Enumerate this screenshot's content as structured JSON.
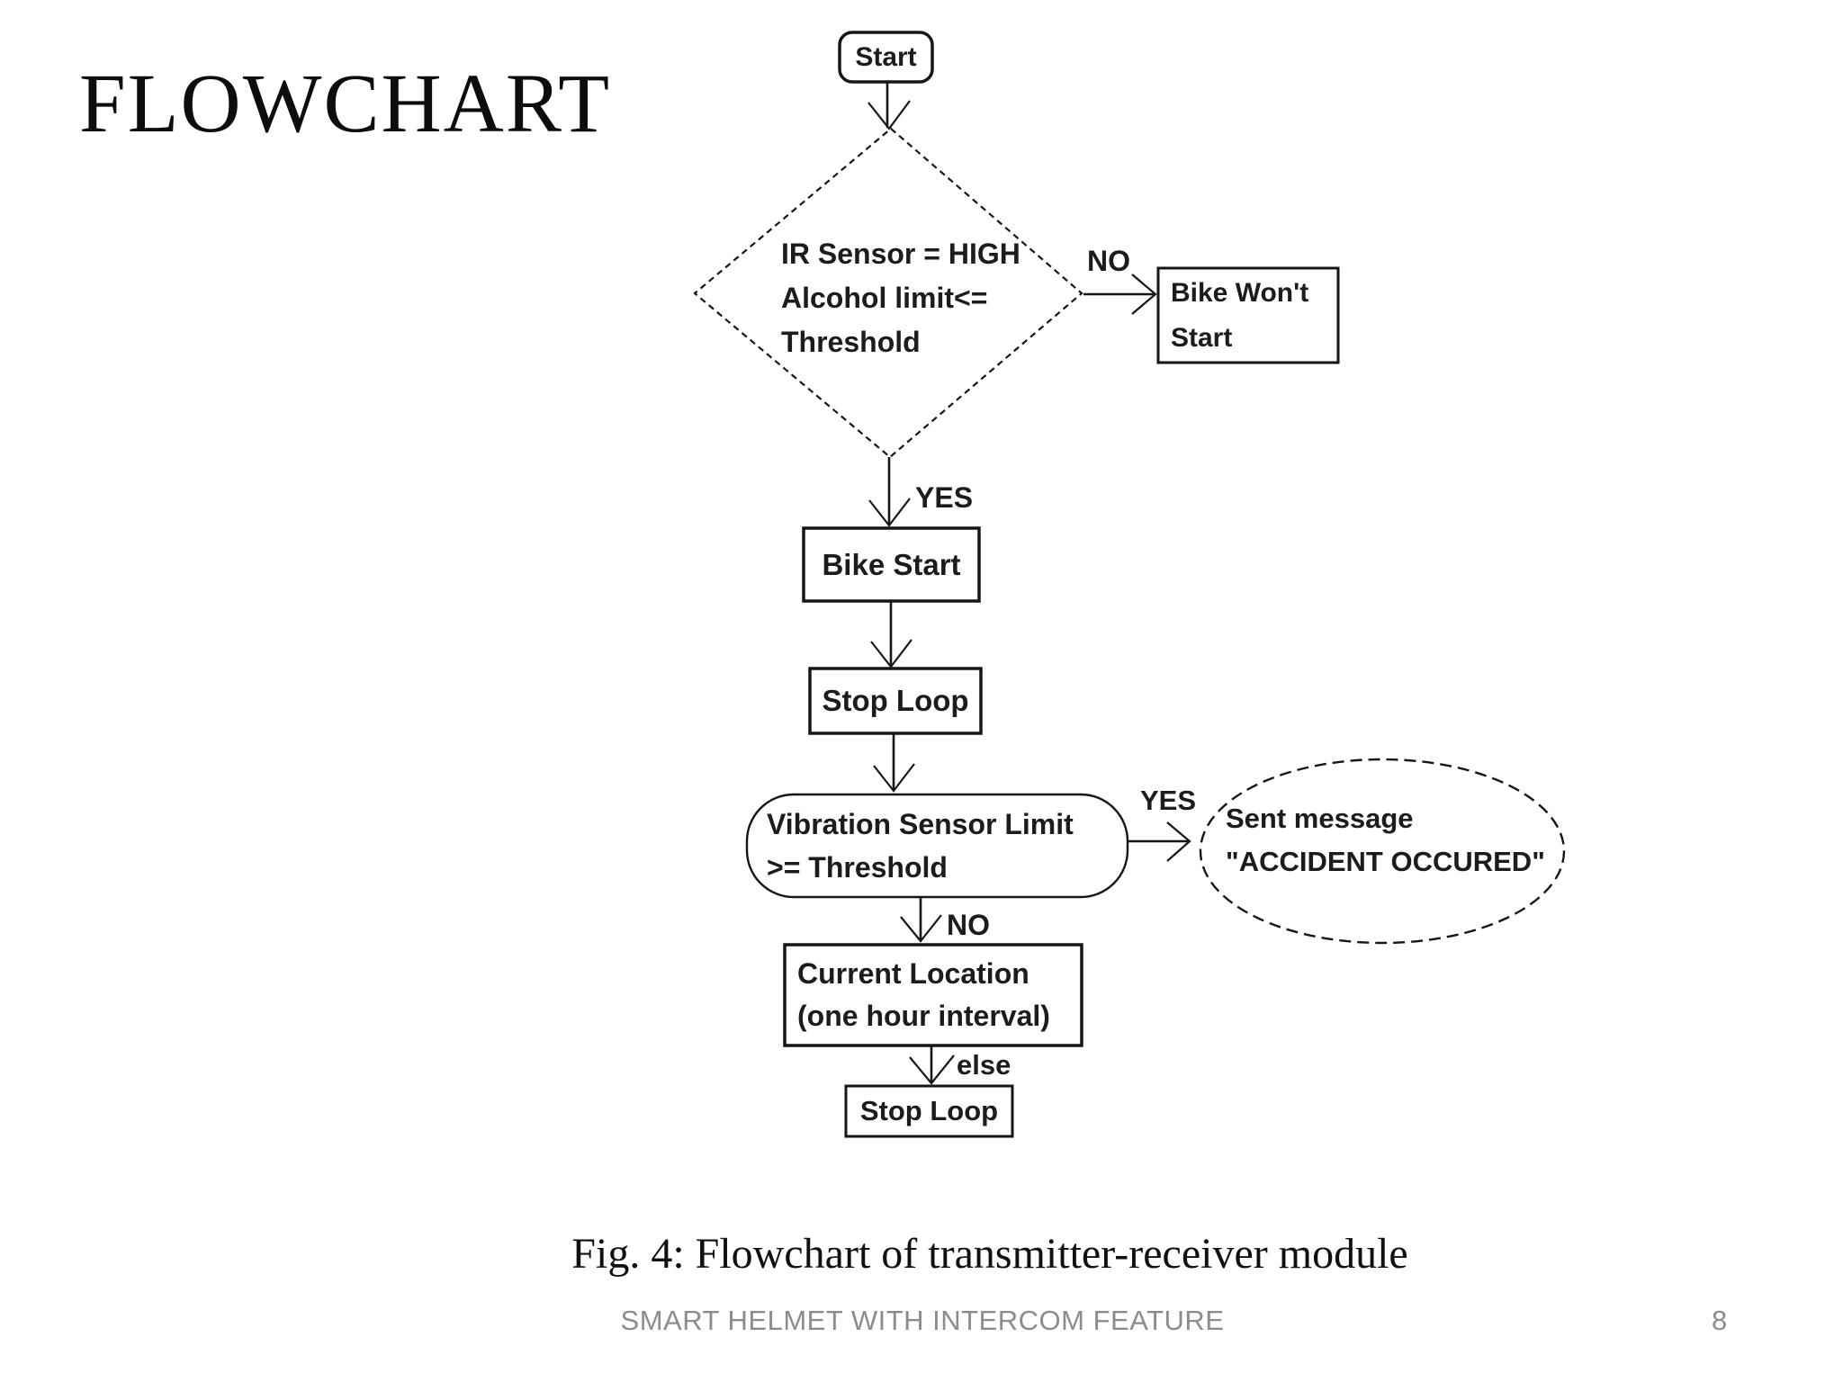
{
  "slide": {
    "title": "FLOWCHART",
    "caption": "Fig. 4: Flowchart of transmitter-receiver module",
    "footer_text": "SMART HELMET WITH INTERCOM FEATURE",
    "page_number": "8"
  },
  "flowchart": {
    "nodes": {
      "start": {
        "label": "Start"
      },
      "ir_alcohol_check": {
        "line1": "IR Sensor = HIGH",
        "line2": "Alcohol limit<=",
        "line3": "Threshold"
      },
      "bike_wont_start": {
        "line1": "Bike Won't",
        "line2": "Start"
      },
      "bike_start": {
        "label": "Bike Start"
      },
      "stop_loop_1": {
        "label": "Stop Loop"
      },
      "vibration_check": {
        "line1": "Vibration Sensor Limit",
        "line2": ">= Threshold"
      },
      "accident_message": {
        "line1": "Sent message",
        "line2": "\"ACCIDENT OCCURED\""
      },
      "current_location": {
        "line1": "Current Location",
        "line2": "(one hour interval)"
      },
      "stop_loop_2": {
        "label": "Stop Loop"
      }
    },
    "edge_labels": {
      "no_alcohol": "NO",
      "yes_alcohol": "YES",
      "yes_vibration": "YES",
      "no_vibration": "NO",
      "else_branch": "else"
    },
    "colors": {
      "ink": "#161616",
      "muted_gray": "#8c8c8c"
    }
  }
}
